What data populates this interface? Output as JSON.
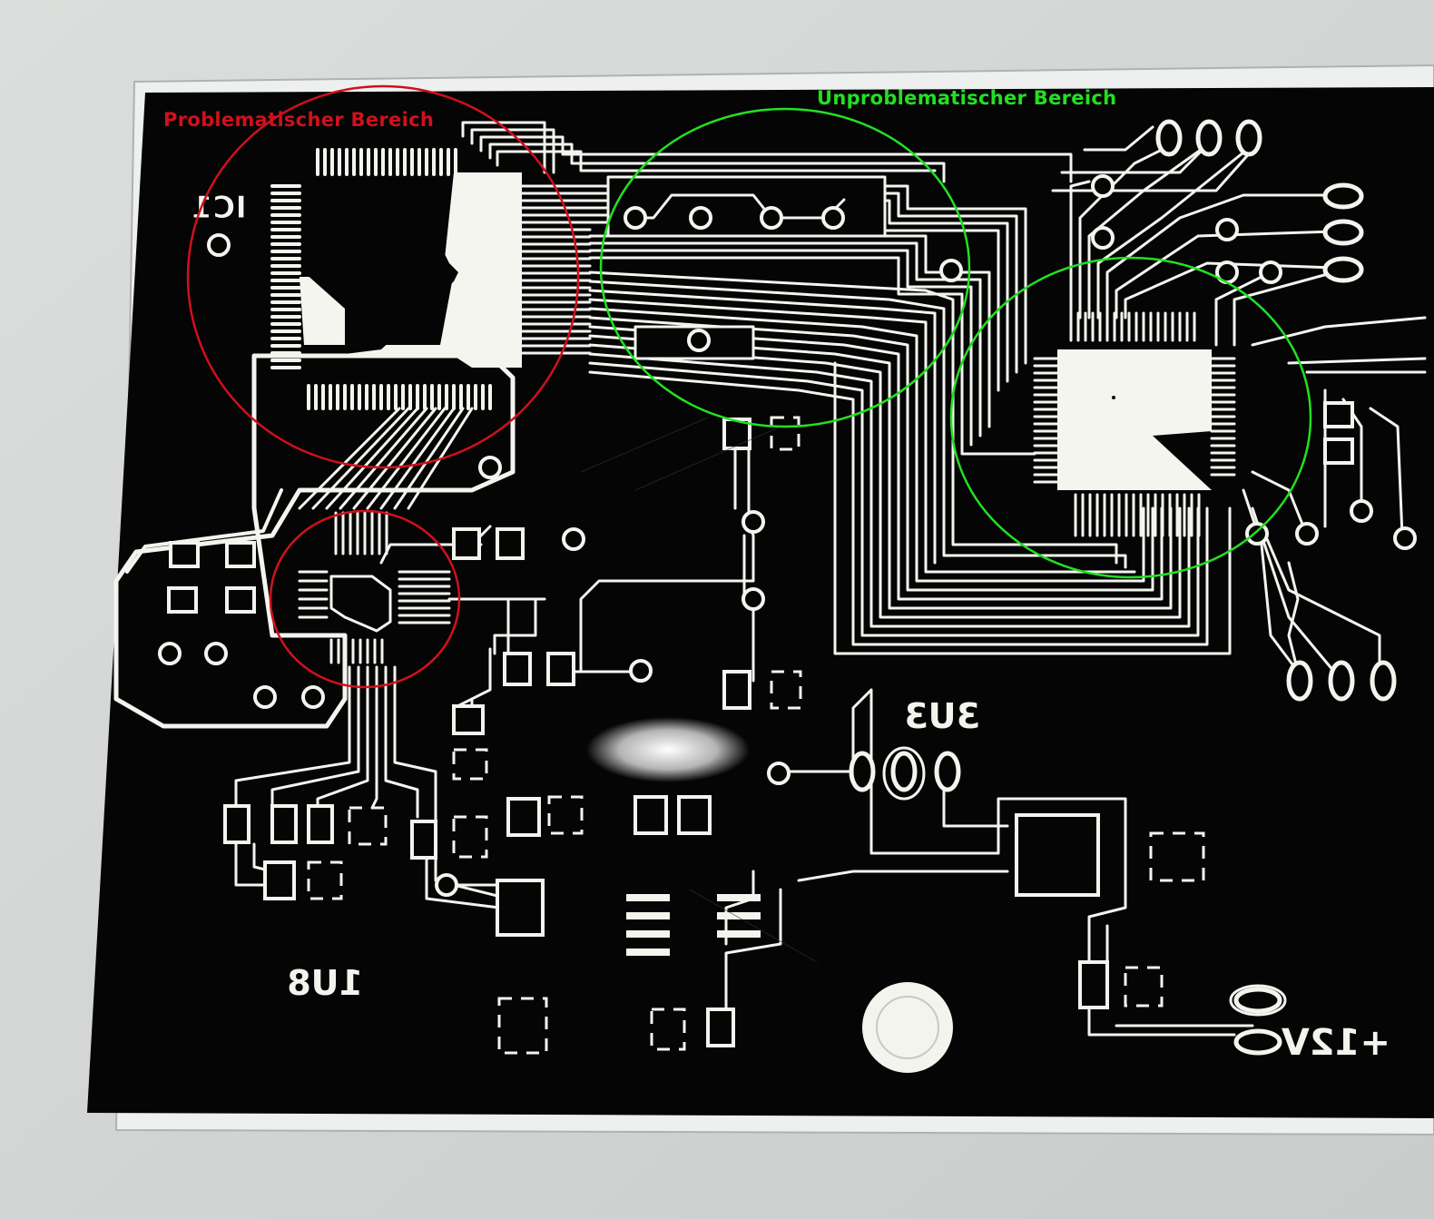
{
  "annotations": {
    "problem_label": "Problematischer Bereich",
    "problem_color": "#d0101c",
    "ok_label": "Unproblematischer Bereich",
    "ok_color": "#22e022"
  },
  "silkscreen": {
    "ic_a": "IC1",
    "ic_b": "1U8",
    "ic_c": "3U3",
    "power": "+12V"
  },
  "palette": {
    "board": "#050505",
    "copper": "#f6f6f2",
    "paper": "#e4e6e5"
  }
}
